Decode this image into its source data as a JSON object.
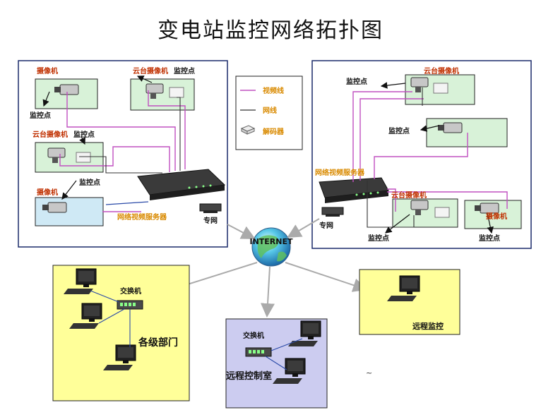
{
  "title": "变电站监控网络拓扑图",
  "legend": {
    "video_line": "视频线",
    "network_line": "网线",
    "decoder": "解码器"
  },
  "labels": {
    "camera": "摄像机",
    "ptz_camera": "云台摄像机",
    "monitor_point": "监控点",
    "video_server": "网络视频服务器",
    "private_net": "专网",
    "internet": "INTERNET",
    "switch": "交换机",
    "departments": "各级部门",
    "remote_control_room": "远程控制室",
    "remote_monitor": "远程监控",
    "tilde": "~"
  },
  "colors": {
    "video_line": "#c050c0",
    "network_line": "#333333",
    "green_box": "#d8f2d8",
    "blue_box": "#cfe9f5",
    "yellow_panel": "#ffff99",
    "lavender_panel": "#ccccf0",
    "label_orange": "#d98a00",
    "label_red": "#c03000"
  }
}
